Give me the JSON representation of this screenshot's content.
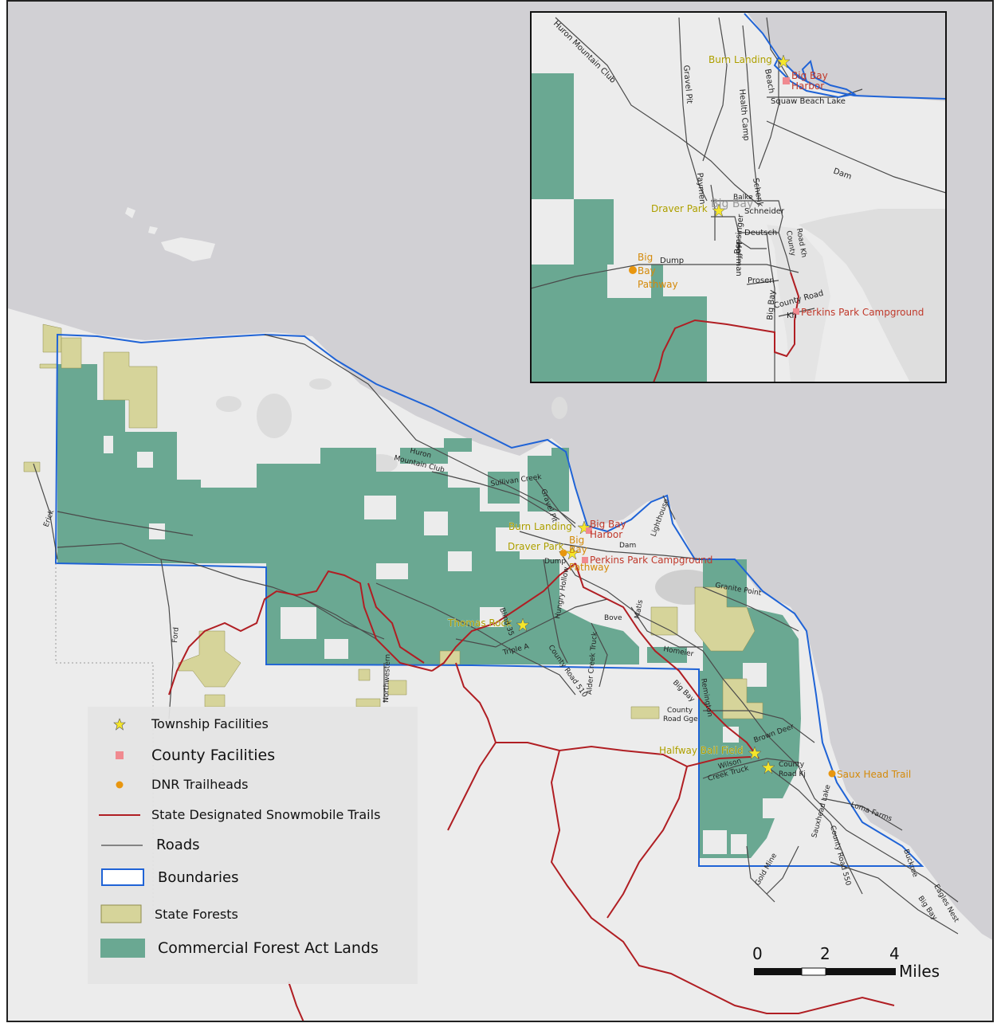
{
  "legend": {
    "items": [
      {
        "label": "Township Facilities",
        "symbol": "yellow-star-icon"
      },
      {
        "label": "County Facilities",
        "symbol": "pink-square-icon"
      },
      {
        "label": "DNR Trailheads",
        "symbol": "orange-dot-icon"
      },
      {
        "label": "State Designated Snowmobile Trails",
        "symbol": "red-line-icon"
      },
      {
        "label": "Roads",
        "symbol": "gray-line-icon"
      },
      {
        "label": "Boundaries",
        "symbol": "blue-box-icon"
      },
      {
        "label": "State Forests",
        "symbol": "olive-box-icon"
      },
      {
        "label": "Commercial Forest Act Lands",
        "symbol": "green-box-icon"
      }
    ]
  },
  "scale": {
    "ticks": [
      "0",
      "2",
      "4"
    ],
    "unit": "Miles"
  },
  "colors": {
    "water": "#d1d0d4",
    "land": "#ececec",
    "cfa": "#6aa892",
    "state_forest": "#d6d49a",
    "boundary": "#1f63d6",
    "trail": "#b01e23",
    "road": "#4a4a4a",
    "township": "#f5e62a",
    "county": "#f08a90",
    "dnr": "#e8960f"
  },
  "facilities": {
    "burn_landing": "Burn Landing",
    "big_bay_harbor_1": "Big Bay",
    "big_bay_harbor_2": "Harbor",
    "draver_park": "Draver Park",
    "big_bay_pathway_1": "Big",
    "big_bay_pathway_2": "Bay",
    "big_bay_pathway_3": "Pathway",
    "perkins_park": "Perkins Park Campground",
    "thomas_rock": "Thomas Rock",
    "halfway_ball_field": "Halfway Ball Field",
    "saux_head_trail": "Saux Head Trail"
  },
  "roads": {
    "huron_mountain_club_1": "Huron",
    "huron_mountain_club_2": "Mountain Club",
    "huron_mountain_club_inset": "Huron Mountain Club",
    "sullivan_creek": "Sullivan Creek",
    "gravel_pit": "Gravel Pit",
    "dam": "Dam",
    "dump": "Dump",
    "lighthouse": "Lighthouse",
    "erick": "Erick",
    "ford": "Ford",
    "northwestern": "Northwestern",
    "blind_35": "Blind 35",
    "hungry_hollow": "Hungry Hollow",
    "triple_a": "Triple A",
    "county_road_510": "County Road 510",
    "alder_creek_truck": "Alder Creek Truck",
    "bove": "Bove",
    "matis": "Matis",
    "homeier": "Homeier",
    "granite_point": "Granite Point",
    "big_bay_road": "Big Bay",
    "remington": "Remington",
    "county_road_gge_1": "County",
    "county_road_gge_2": "Road Gge",
    "brown_deer": "Brown Deer",
    "wilson_creek_truck_1": "Wilson",
    "wilson_creek_truck_2": "Creek Truck",
    "county_road_kj_1": "County",
    "county_road_kj_2": "Road Kj",
    "sauxhead_lake": "Sauxhead Lake",
    "loma_farms": "Loma Farms",
    "county_road_550": "County Road 550",
    "buckroe": "Buckroe",
    "eagles_nest": "Eagles Nest",
    "big_bay_se": "Big Bay",
    "gold_mine": "Gold Mine",
    "beach": "Beach",
    "squaw_beach_lake": "Squaw Beach Lake",
    "health_camp": "Health Camp",
    "schenk": "Schenk",
    "paymen": "Paymen",
    "balke": "Balke",
    "schneider": "Schneider",
    "deutsch": "Deutsch",
    "hoffman": "Hoffman",
    "bensinger": "Bensinger",
    "county_road_kh_1": "County",
    "county_road_kh_2": "Road Kh",
    "prosen": "Prosen",
    "big_bay_inset": "Big Bay",
    "county_road_kh_inset_1": "County Road",
    "county_road_kh_inset_2": "Kh",
    "big_bay_town": "Big Bay"
  }
}
